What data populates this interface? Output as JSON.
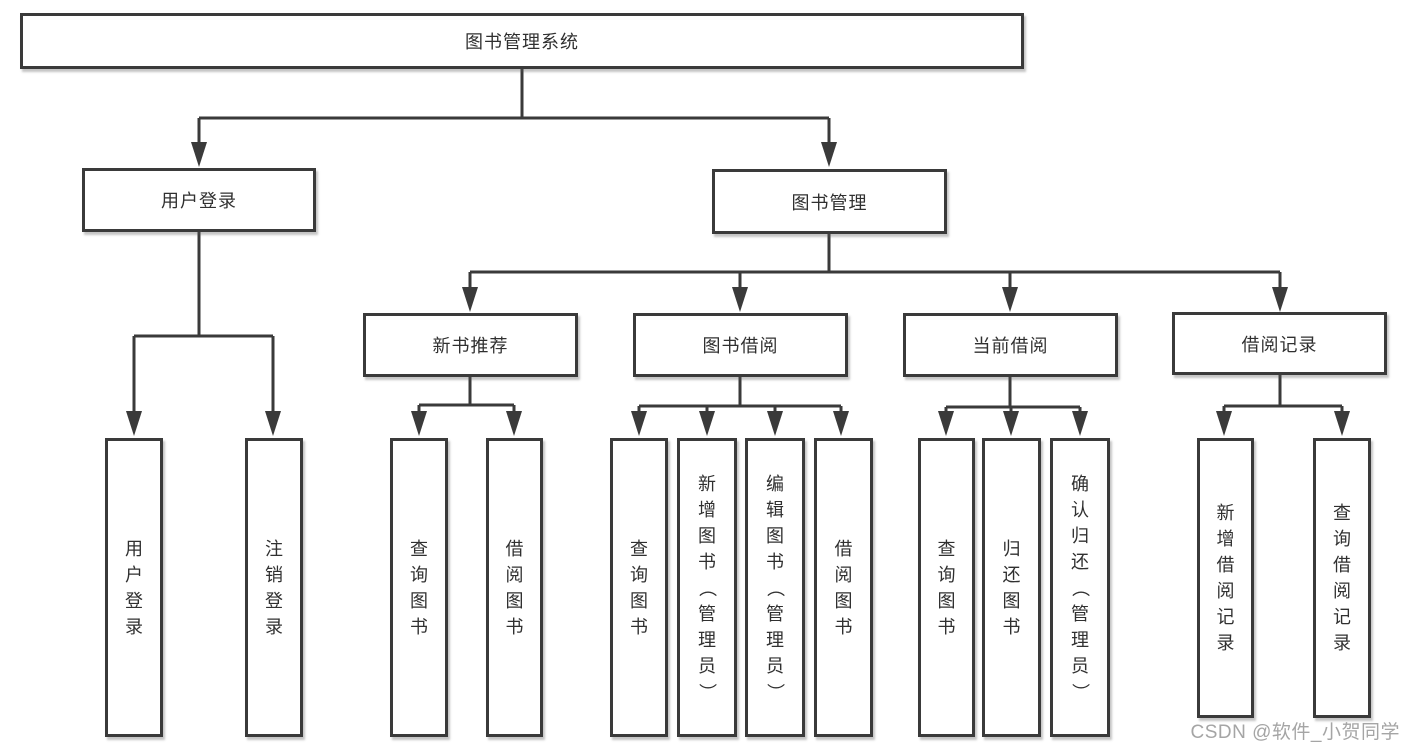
{
  "diagram": {
    "root": {
      "label": "图书管理系统"
    },
    "level2": [
      {
        "id": "user-login",
        "label": "用户登录"
      },
      {
        "id": "book-management",
        "label": "图书管理"
      }
    ],
    "level3": [
      {
        "id": "new-book-recommend",
        "label": "新书推荐"
      },
      {
        "id": "book-borrowing",
        "label": "图书借阅"
      },
      {
        "id": "current-borrowing",
        "label": "当前借阅"
      },
      {
        "id": "borrowing-records",
        "label": "借阅记录"
      }
    ],
    "leaves": [
      {
        "id": "user-login-action",
        "label": "用户登录"
      },
      {
        "id": "logout-action",
        "label": "注销登录"
      },
      {
        "id": "query-books-1",
        "label": "查询图书"
      },
      {
        "id": "borrow-books-1",
        "label": "借阅图书"
      },
      {
        "id": "query-books-2",
        "label": "查询图书"
      },
      {
        "id": "add-books-admin",
        "label": "新增图书（管理员）"
      },
      {
        "id": "edit-books-admin",
        "label": "编辑图书（管理员）"
      },
      {
        "id": "borrow-books-2",
        "label": "借阅图书"
      },
      {
        "id": "query-books-3",
        "label": "查询图书"
      },
      {
        "id": "return-books",
        "label": "归还图书"
      },
      {
        "id": "confirm-return-admin",
        "label": "确认归还（管理员）"
      },
      {
        "id": "add-borrow-record",
        "label": "新增借阅记录"
      },
      {
        "id": "query-borrow-record",
        "label": "查询借阅记录"
      }
    ]
  },
  "watermark": "CSDN @软件_小贺同学",
  "colors": {
    "line": "#3a3a3a",
    "box_border": "#3a3a3a",
    "text": "#303030",
    "watermark": "#a5a5a5",
    "background": "#ffffff"
  }
}
